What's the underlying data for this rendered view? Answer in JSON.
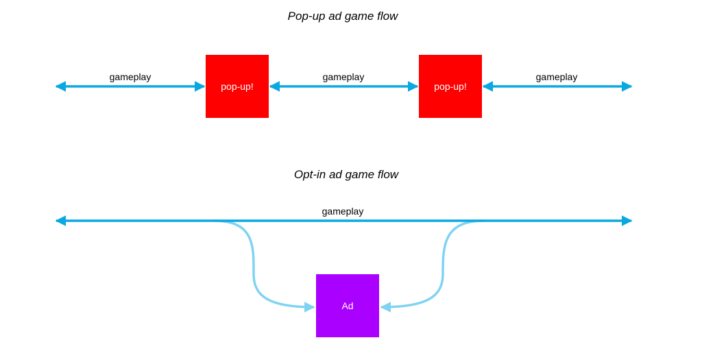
{
  "popup_flow": {
    "title": "Pop-up ad game flow",
    "segments": [
      "gameplay",
      "gameplay",
      "gameplay"
    ],
    "boxes": [
      "pop-up!",
      "pop-up!"
    ]
  },
  "optin_flow": {
    "title": "Opt-in ad game flow",
    "gameplay_label": "gameplay",
    "ad_label": "Ad"
  },
  "colors": {
    "arrow": "#0AA8E0",
    "branch": "#7FD3F2",
    "popup_box": "#FF0000",
    "ad_box": "#AA00FF"
  }
}
